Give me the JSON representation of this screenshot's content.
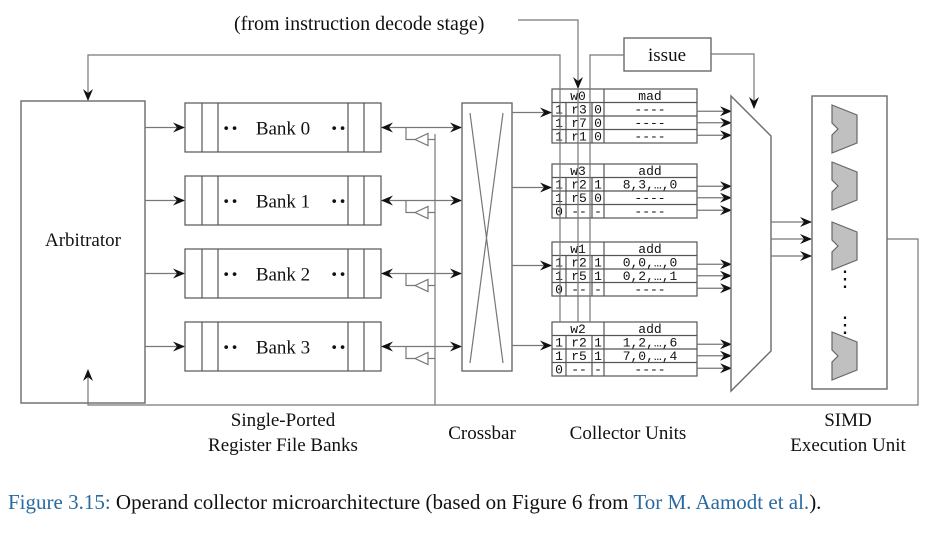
{
  "diagram": {
    "top_label": "(from instruction decode stage)",
    "issue_label": "issue",
    "arbitrator_label": "Arbitrator",
    "banks": [
      {
        "label": "Bank 0"
      },
      {
        "label": "Bank 1"
      },
      {
        "label": "Bank 2"
      },
      {
        "label": "Bank 3"
      }
    ],
    "bank_dots": "••",
    "collector_units": [
      {
        "warp": "w0",
        "op": "mad",
        "rows": [
          {
            "v": "1",
            "reg": "r3",
            "r": "0",
            "data": "----"
          },
          {
            "v": "1",
            "reg": "r7",
            "r": "0",
            "data": "----"
          },
          {
            "v": "1",
            "reg": "r1",
            "r": "0",
            "data": "----"
          }
        ]
      },
      {
        "warp": "w3",
        "op": "add",
        "rows": [
          {
            "v": "1",
            "reg": "r2",
            "r": "1",
            "data": "8,3,…,0"
          },
          {
            "v": "1",
            "reg": "r5",
            "r": "0",
            "data": "----"
          },
          {
            "v": "0",
            "reg": "--",
            "r": "-",
            "data": "----"
          }
        ]
      },
      {
        "warp": "w1",
        "op": "add",
        "rows": [
          {
            "v": "1",
            "reg": "r2",
            "r": "1",
            "data": "0,0,…,0"
          },
          {
            "v": "1",
            "reg": "r5",
            "r": "1",
            "data": "0,2,…,1"
          },
          {
            "v": "0",
            "reg": "--",
            "r": "-",
            "data": "----"
          }
        ]
      },
      {
        "warp": "w2",
        "op": "add",
        "rows": [
          {
            "v": "1",
            "reg": "r2",
            "r": "1",
            "data": "1,2,…,6"
          },
          {
            "v": "1",
            "reg": "r5",
            "r": "1",
            "data": "7,0,…,4"
          },
          {
            "v": "0",
            "reg": "--",
            "r": "-",
            "data": "----"
          }
        ]
      }
    ],
    "simd_dots": "⋮",
    "labels": {
      "banks_line1": "Single-Ported",
      "banks_line2": "Register File Banks",
      "crossbar": "Crossbar",
      "collectors": "Collector Units",
      "simd_line1": "SIMD",
      "simd_line2": "Execution Unit"
    }
  },
  "caption": {
    "figure_ref": "Figure 3.15:",
    "text": " Operand collector microarchitecture (based on Figure 6 from ",
    "author_link": "Tor M. Aamodt et al.",
    "suffix": ")."
  },
  "colors": {
    "link": "#2a6aa0",
    "alu_fill": "#c0c0c0"
  }
}
